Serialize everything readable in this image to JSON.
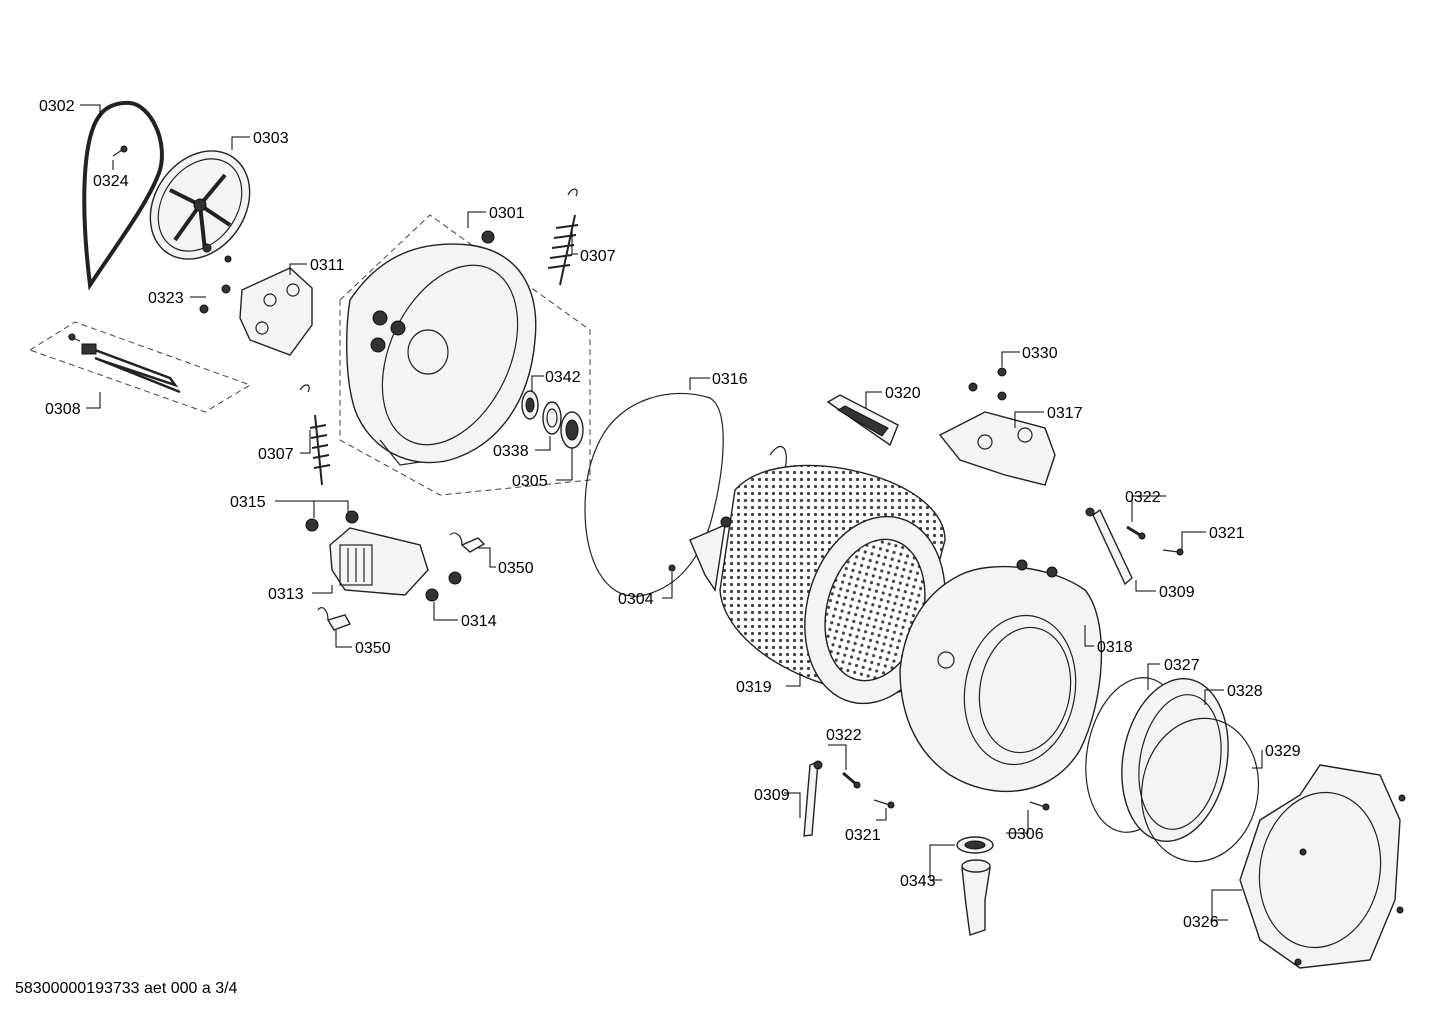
{
  "labels": {
    "p0301": "0301",
    "p0302": "0302",
    "p0303": "0303",
    "p0304": "0304",
    "p0305": "0305",
    "p0306": "0306",
    "p0307a": "0307",
    "p0307b": "0307",
    "p0308": "0308",
    "p0309a": "0309",
    "p0309b": "0309",
    "p0311": "0311",
    "p0313": "0313",
    "p0314": "0314",
    "p0315": "0315",
    "p0316": "0316",
    "p0317": "0317",
    "p0318": "0318",
    "p0319": "0319",
    "p0320": "0320",
    "p0321a": "0321",
    "p0321b": "0321",
    "p0322a": "0322",
    "p0322b": "0322",
    "p0323": "0323",
    "p0324": "0324",
    "p0326": "0326",
    "p0327": "0327",
    "p0328": "0328",
    "p0329": "0329",
    "p0330": "0330",
    "p0338": "0338",
    "p0342": "0342",
    "p0343": "0343",
    "p0350a": "0350",
    "p0350b": "0350"
  },
  "footer": "58300000193733 aet 000 a 3/4"
}
